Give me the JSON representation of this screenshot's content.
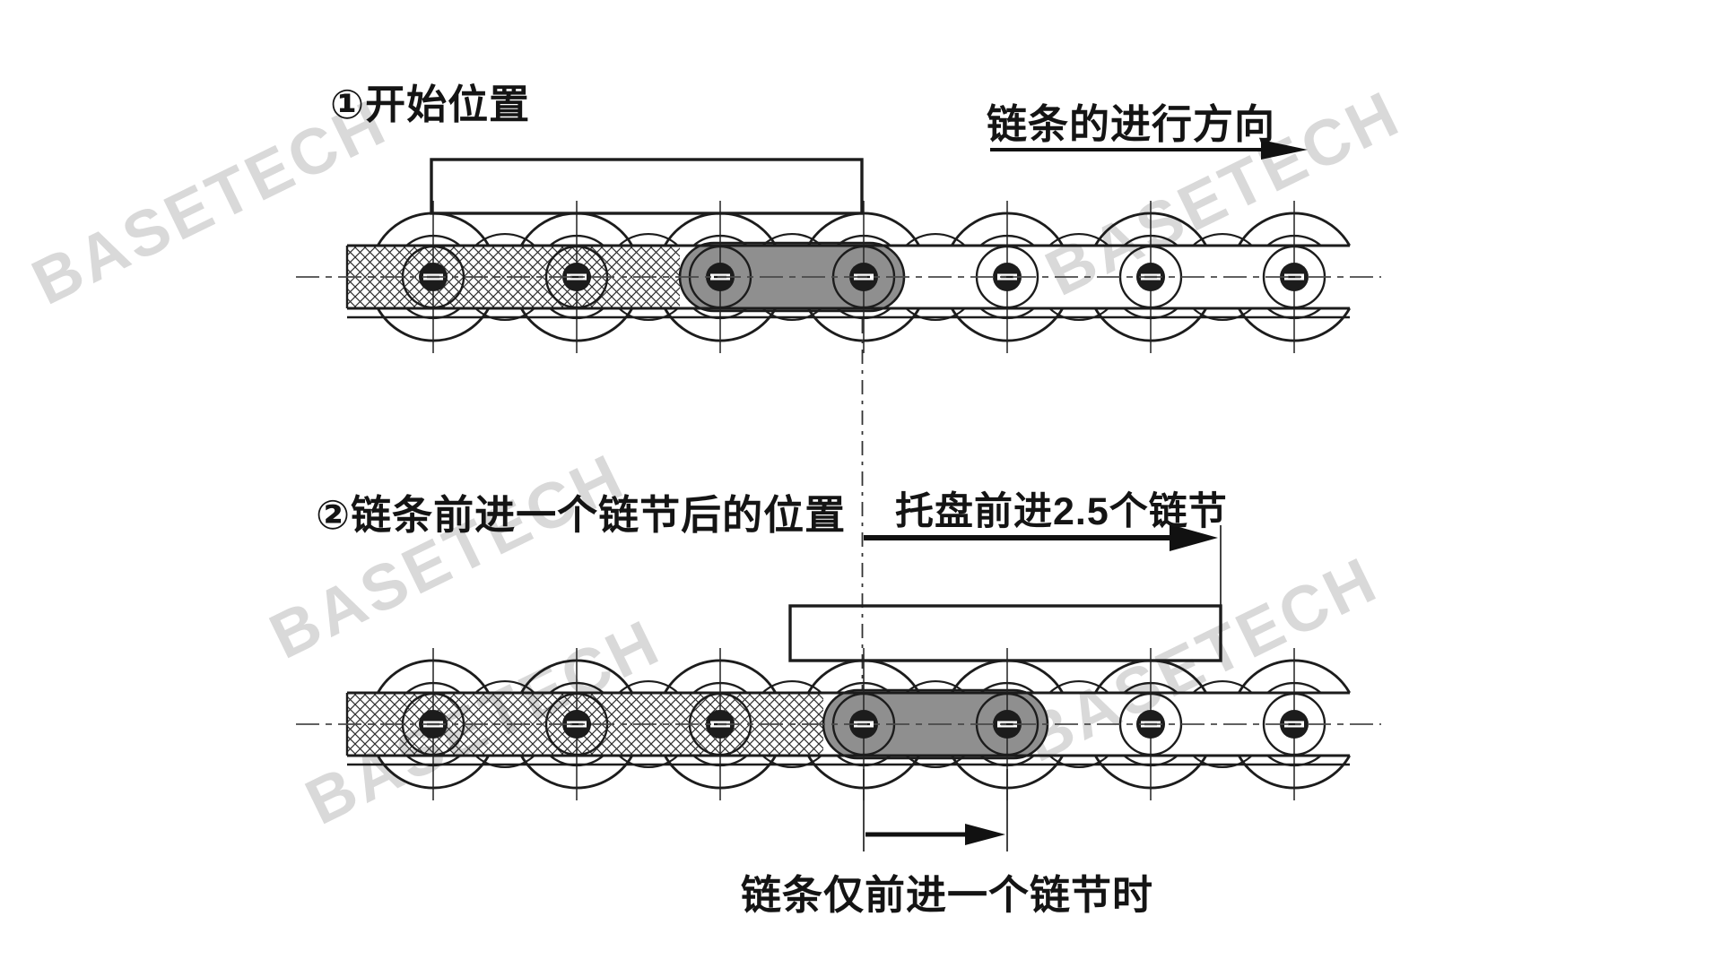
{
  "diagram": {
    "step1_label": "①开始位置",
    "direction_label": "链条的进行方向",
    "step2_label": "②链条前进一个链节后的位置",
    "pallet_advance_label": "托盘前进2.5个链节",
    "one_link_advance_label": "链条仅前进一个链节时",
    "watermark": {
      "text": "BASETECH",
      "color": "#d9d9d9"
    },
    "colors": {
      "line": "#1c1c1c",
      "highlighted_link_fill": "#8f8f8f",
      "background": "#ffffff"
    },
    "structure": {
      "rollers_per_chain": 7,
      "top_chain_highlighted_link_between_pins": [
        3,
        4
      ],
      "bottom_chain_highlighted_link_between_pins": [
        4,
        5
      ],
      "pallet_advance_links": 2.5,
      "chain_advance_links": 1
    }
  }
}
